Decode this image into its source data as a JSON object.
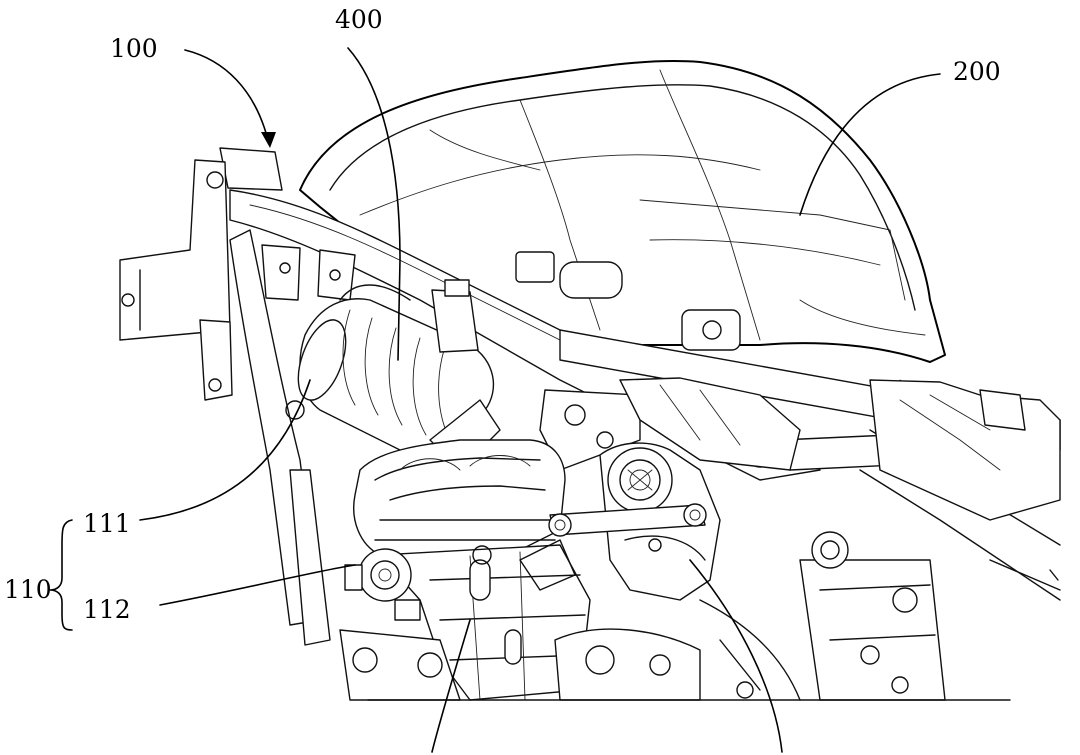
{
  "labels": {
    "l100": "100",
    "l400": "400",
    "l200": "200",
    "l111": "111",
    "l110": "110",
    "l112": "112"
  },
  "colors": {
    "line": "#111111",
    "background": "#ffffff"
  }
}
